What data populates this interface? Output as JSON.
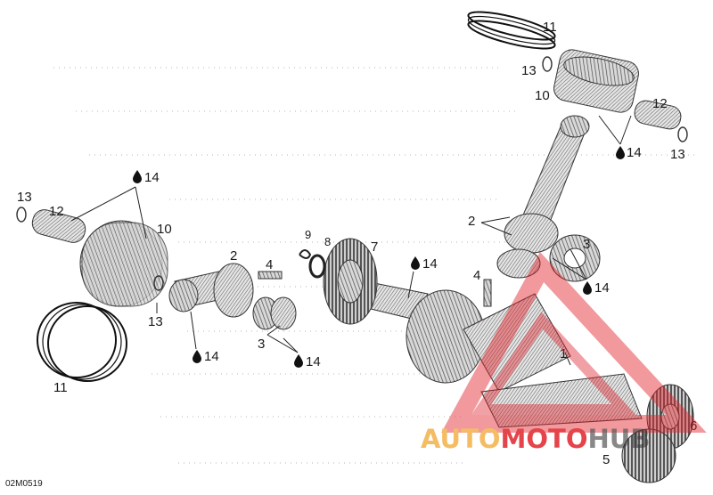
{
  "diagram": {
    "code": "02M0519",
    "callouts": {
      "crankshaft": "1",
      "connecting_rod_right": "2",
      "connecting_rod_left": "2",
      "bearing_right": "3",
      "bearing_left": "3",
      "pin_right": "4",
      "pin_left": "4",
      "gear_small": "5",
      "gear_end": "6",
      "gear_large": "7",
      "washer": "8",
      "circlip_9": "9",
      "piston_right": "10",
      "piston_left": "10",
      "rings_top": "11",
      "rings_bottom": "11",
      "wrist_pin_right": "12",
      "wrist_pin_left": "12",
      "circlip_right_top": "13",
      "circlip_right_side": "13",
      "circlip_left_top": "13",
      "circlip_left_bottom": "13"
    },
    "oil_labels": {
      "left_piston": "14",
      "right_piston": "14",
      "right_bearing": "14",
      "crank_shaft": "14",
      "left_rod": "14",
      "left_bearings": "14"
    }
  },
  "watermark": {
    "part1": "AUTO",
    "part2": "MOTO",
    "part3": "HUB",
    "color_primary": "#e0242b",
    "color_secondary": "#f3b24a",
    "color_dark": "#333333"
  }
}
